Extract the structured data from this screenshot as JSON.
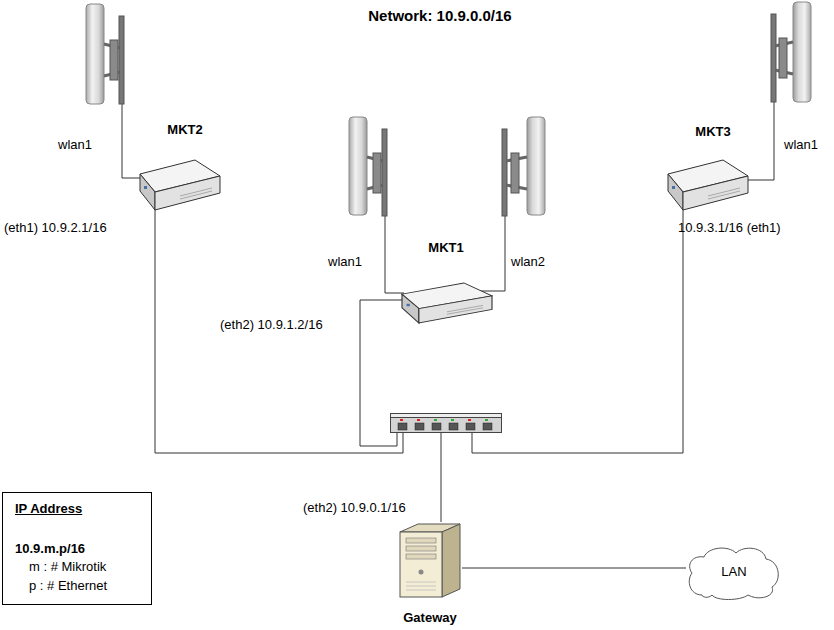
{
  "diagram": {
    "title": "Network: 10.9.0.0/16",
    "nodes": [
      {
        "text": [
          "MKT2"
        ]
      },
      {
        "text": [
          "MKT1"
        ]
      },
      {
        "text": [
          "MKT3"
        ]
      },
      {
        "text": []
      },
      {
        "text": [
          "IP Address",
          "10.9.m.p/16",
          "m : # Mikrotik",
          "p : # Ethernet"
        ]
      },
      {
        "text": [
          "Gateway"
        ]
      },
      {
        "text": [
          "LAN"
        ]
      }
    ],
    "edges": [
      {
        "from": 0,
        "to": 3,
        "arrow": "none",
        "label": "(eth1) 10.9.2.1/16"
      },
      {
        "from": 1,
        "to": 3,
        "arrow": "none",
        "label": "(eth2) 10.9.1.2/16"
      },
      {
        "from": 2,
        "to": 3,
        "arrow": "none",
        "label": "10.9.3.1/16 (eth1)"
      },
      {
        "from": 3,
        "to": 5,
        "arrow": "none",
        "label": "(eth2) 10.9.0.1/16"
      },
      {
        "from": 5,
        "to": 6,
        "arrow": "none"
      }
    ],
    "labels": [
      "wlan1",
      "wlan1",
      "wlan2",
      "wlan1"
    ]
  }
}
